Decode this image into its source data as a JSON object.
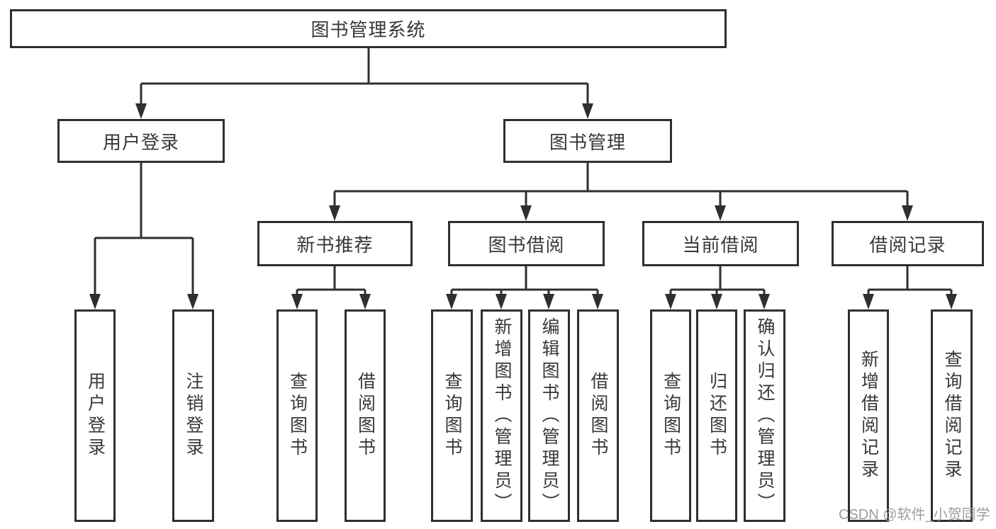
{
  "colors": {
    "line": "#2f2f2f",
    "box_border": "#2f2f2f",
    "text": "#383838",
    "watermark": "#9d9d9d",
    "background": "#ffffff"
  },
  "watermark": {
    "text": "CSDN @软件_小贺同学"
  },
  "tree": {
    "root": {
      "label": "图书管理系统"
    },
    "branches": [
      {
        "label": "用户登录",
        "children": [
          {
            "label": "用户登录"
          },
          {
            "label": "注销登录"
          }
        ]
      },
      {
        "label": "图书管理",
        "children": [
          {
            "label": "新书推荐",
            "children": [
              {
                "label": "查询图书"
              },
              {
                "label": "借阅图书"
              }
            ]
          },
          {
            "label": "图书借阅",
            "children": [
              {
                "label": "查询图书"
              },
              {
                "label": "新增图书（管理员）"
              },
              {
                "label": "编辑图书（管理员）"
              },
              {
                "label": "借阅图书"
              }
            ]
          },
          {
            "label": "当前借阅",
            "children": [
              {
                "label": "查询图书"
              },
              {
                "label": "归还图书"
              },
              {
                "label": "确认归还（管理员）"
              }
            ]
          },
          {
            "label": "借阅记录",
            "children": [
              {
                "label": "新增借阅记录"
              },
              {
                "label": "查询借阅记录"
              }
            ]
          }
        ]
      }
    ]
  }
}
